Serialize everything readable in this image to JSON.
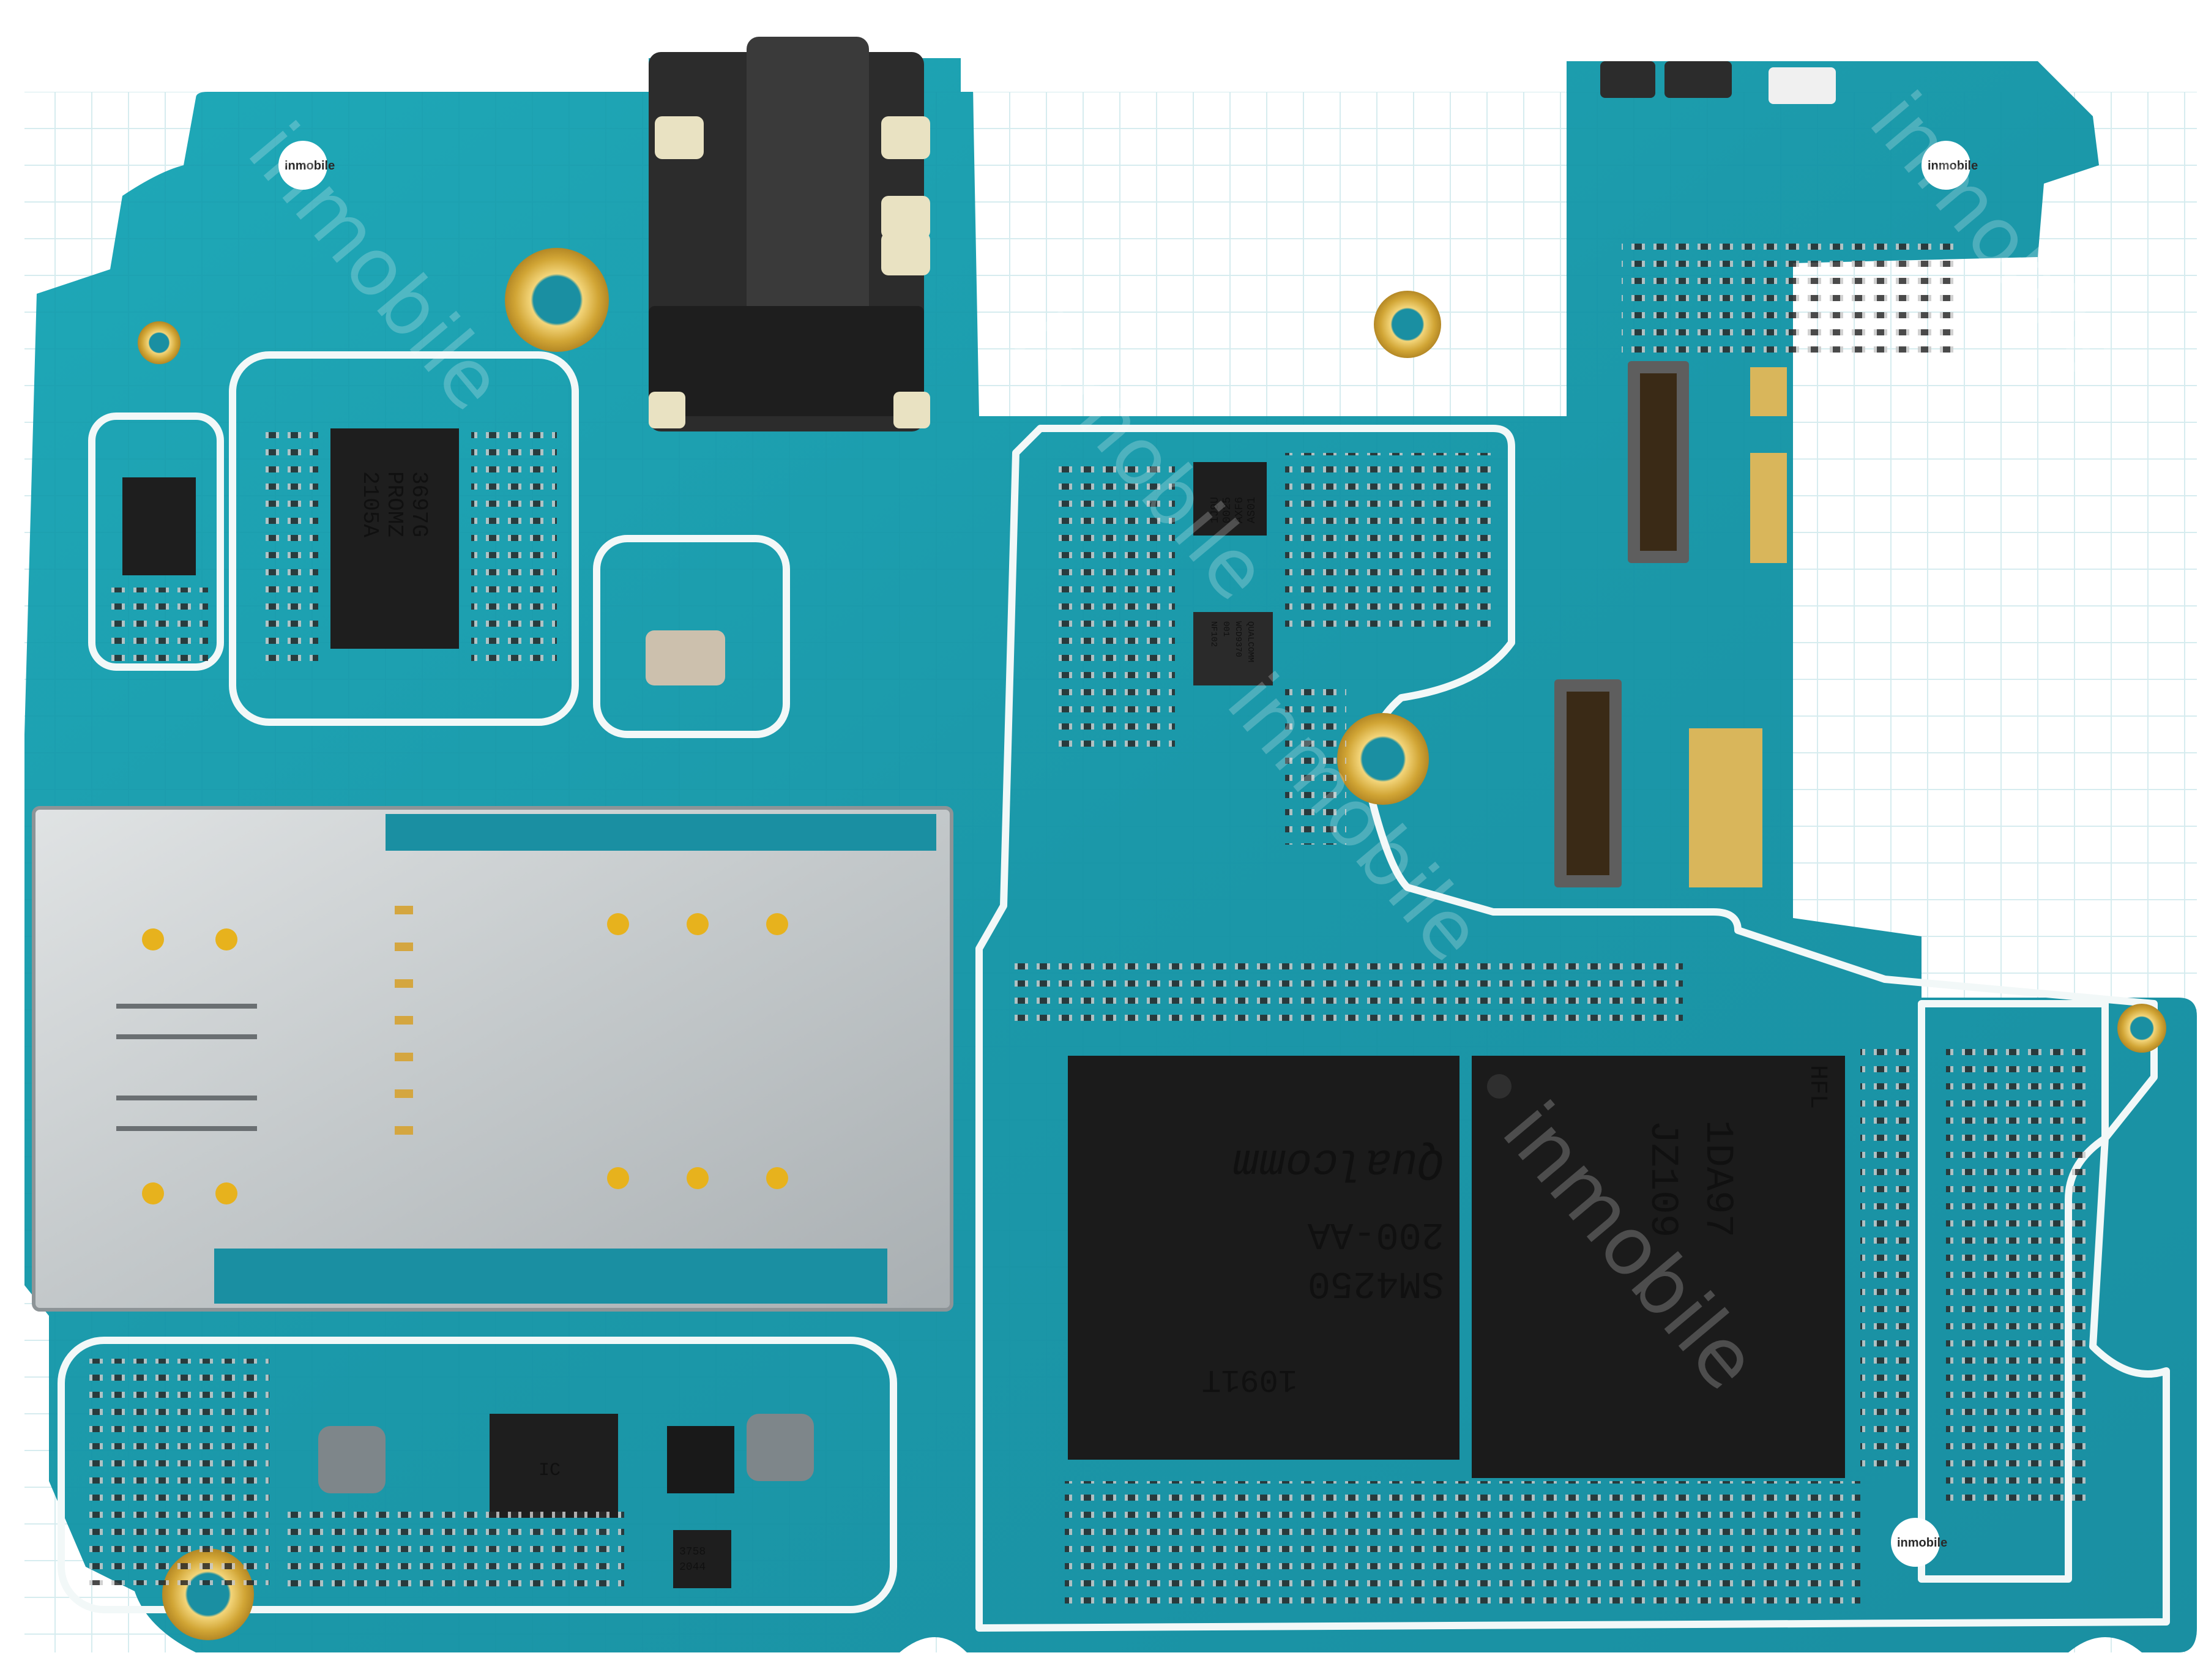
{
  "colors": {
    "pcb": "#1fa7b5",
    "pcb_dark": "#138895",
    "silkscreen_outline": "#f2f8f8",
    "chip": "#1b1b1b",
    "shield": "#c7cbcc",
    "gold": "#d8b24a",
    "brand_green": "#2fae3a"
  },
  "watermark": {
    "text": "inmobile",
    "badge_text": "inmobile"
  },
  "soc": {
    "line1": "SM4250",
    "line2": "200-AA",
    "brand": "Qualcomm",
    "top_code": "1091T"
  },
  "memory": {
    "line1": "1DA97",
    "line2": "JZ109",
    "side_code": "HFL"
  },
  "pmic_small": {
    "lines": [
      "QUALCOMM",
      "WCD9370",
      "001",
      "NF102"
    ]
  },
  "wifi_small": {
    "lines": [
      "1J9U",
      "0025",
      "AXF6",
      "AS01"
    ]
  },
  "left_ic": {
    "lines": [
      "3697G",
      "PROMZ",
      "2105A"
    ]
  },
  "charger_ic": {
    "lines": [
      "IC"
    ]
  },
  "bottom_small": {
    "lines": [
      "3758",
      "2044"
    ]
  }
}
